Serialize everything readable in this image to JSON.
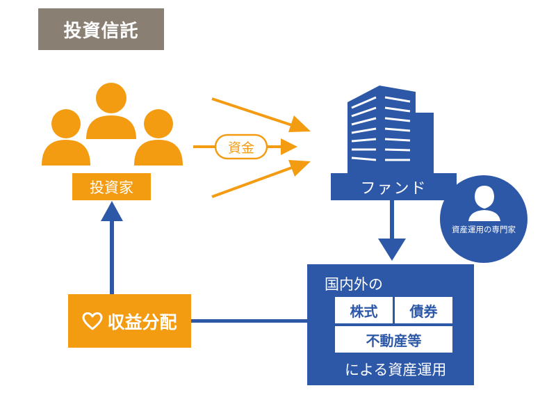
{
  "title": "投資信託",
  "investor": {
    "label": "投資家"
  },
  "money": {
    "label": "資金"
  },
  "fund": {
    "label": "ファンド"
  },
  "expert": {
    "label": "資産運用の専門家"
  },
  "investment": {
    "header": "国内外の",
    "stocks": "株式",
    "bonds": "債券",
    "real_estate": "不動産等",
    "footer": "による資産運用"
  },
  "profit": {
    "label": "収益分配"
  },
  "colors": {
    "orange": "#f39c12",
    "blue": "#2d58a8",
    "title_bg": "#8a7f73"
  },
  "icons": {
    "investors": "people-group-icon",
    "fund": "building-icon",
    "expert": "person-icon",
    "profit": "heart-icon"
  }
}
